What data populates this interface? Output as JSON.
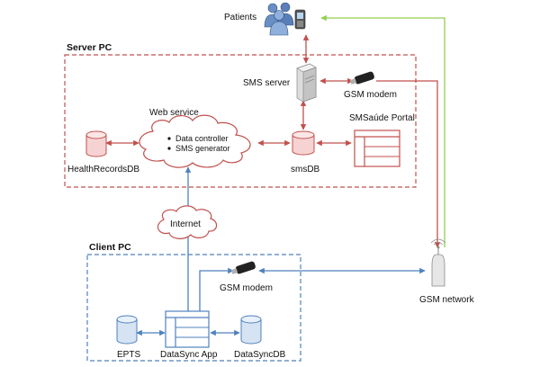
{
  "colors": {
    "server_border": "#c0504d",
    "client_border": "#4f81bd",
    "red_line": "#c0504d",
    "blue_line": "#4f81bd",
    "green_line": "#92d050",
    "db_fill": "#f6d3d2",
    "db_fill_blue": "#d6e3f2"
  },
  "labels": {
    "patients": "Patients",
    "server_pc": "Server PC",
    "sms_server": "SMS server",
    "gsm_modem_server": "GSM modem",
    "web_service": "Web service",
    "data_controller": "Data controller",
    "sms_generator": "SMS generator",
    "healthrecords_db": "HealthRecordsDB",
    "sms_db": "smsDB",
    "smsaude_portal": "SMSaúde Portal",
    "internet": "Internet",
    "client_pc": "Client PC",
    "gsm_modem_client": "GSM modem",
    "gsm_network": "GSM network",
    "epts": "EPTS",
    "datasync_app": "DataSync App",
    "datasync_db": "DataSyncDB"
  },
  "icons": {
    "patients": "patients-icon",
    "sms_server": "server-icon",
    "modem": "usb-modem-icon",
    "database": "database-icon",
    "application": "window-app-icon",
    "cloud": "cloud-icon",
    "antenna": "antenna-icon"
  }
}
